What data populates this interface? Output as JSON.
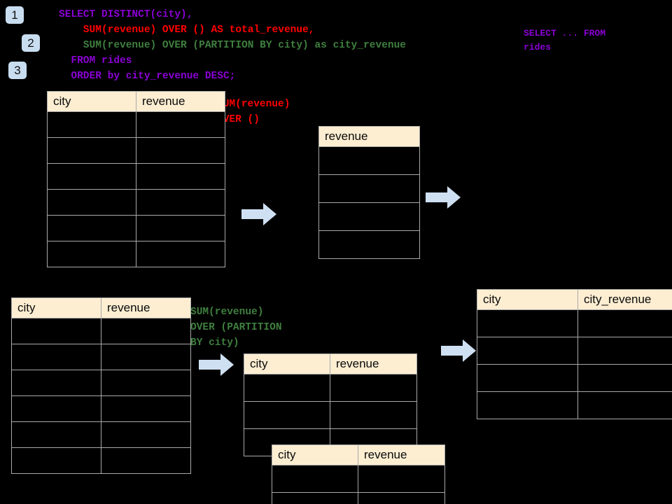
{
  "background_color": "#000000",
  "palette": {
    "badge_bg": "#c9ddf0",
    "header_bg": "#fdeed2",
    "cell_bg": "#000000",
    "border": "#a9a9a9",
    "purple": "#8a00d4",
    "red": "#ff0000",
    "green": "#3f7f3f",
    "arrow_fill": "#cfe0f2"
  },
  "badges": [
    {
      "label": "1"
    },
    {
      "label": "2"
    },
    {
      "label": "3"
    }
  ],
  "sql": {
    "lines": [
      {
        "text": "SELECT DISTINCT(city),",
        "color": "purple"
      },
      {
        "text": "    SUM(revenue) OVER () AS total_revenue,",
        "color": "red"
      },
      {
        "text": "    SUM(revenue) OVER (PARTITION BY city) as city_revenue",
        "color": "green"
      },
      {
        "text": "  FROM rides",
        "color": "purple"
      },
      {
        "text": "  ORDER by city_revenue DESC;",
        "color": "purple"
      }
    ],
    "side_note": {
      "line1": "SELECT ... FROM",
      "line2": "rides",
      "color": "purple"
    }
  },
  "annotations": {
    "total_revenue": {
      "line1": "SUM(revenue)",
      "line2": "OVER ()",
      "color": "red"
    },
    "city_revenue": {
      "line1": "SUM(revenue)",
      "line2": "OVER (PARTITION",
      "line3": "BY city)",
      "color": "green"
    }
  },
  "tables": {
    "source_top": {
      "name": "rides-source-top",
      "columns": [
        "city",
        "revenue"
      ],
      "row_count": 6,
      "rows": [
        [
          "",
          ""
        ],
        [
          "",
          ""
        ],
        [
          "",
          ""
        ],
        [
          "",
          ""
        ],
        [
          "",
          ""
        ],
        [
          "",
          ""
        ]
      ]
    },
    "total_revenue": {
      "name": "total-revenue-result",
      "columns": [
        "revenue"
      ],
      "row_count": 4,
      "rows": [
        [
          ""
        ],
        [
          ""
        ],
        [
          ""
        ],
        [
          ""
        ]
      ]
    },
    "source_bottom": {
      "name": "rides-source-bottom",
      "columns": [
        "city",
        "revenue"
      ],
      "row_count": 6,
      "rows": [
        [
          "",
          ""
        ],
        [
          "",
          ""
        ],
        [
          "",
          ""
        ],
        [
          "",
          ""
        ],
        [
          "",
          ""
        ],
        [
          "",
          ""
        ]
      ]
    },
    "partition_back": {
      "name": "partition-group-back",
      "columns": [
        "city",
        "revenue"
      ],
      "row_count": 3,
      "rows": [
        [
          "",
          ""
        ],
        [
          "",
          ""
        ],
        [
          "",
          ""
        ]
      ]
    },
    "partition_front": {
      "name": "partition-group-front",
      "columns": [
        "city",
        "revenue"
      ],
      "row_count": 2,
      "rows": [
        [
          "",
          ""
        ],
        [
          "",
          ""
        ]
      ]
    },
    "final_result": {
      "name": "final-result",
      "columns": [
        "city",
        "city_revenue"
      ],
      "row_count": 4,
      "rows": [
        [
          "",
          ""
        ],
        [
          "",
          ""
        ],
        [
          "",
          ""
        ],
        [
          "",
          ""
        ]
      ]
    }
  },
  "arrows": [
    {
      "name": "arrow-source-to-total"
    },
    {
      "name": "arrow-total-to-final"
    },
    {
      "name": "arrow-source-to-partition"
    },
    {
      "name": "arrow-partition-to-final"
    }
  ]
}
